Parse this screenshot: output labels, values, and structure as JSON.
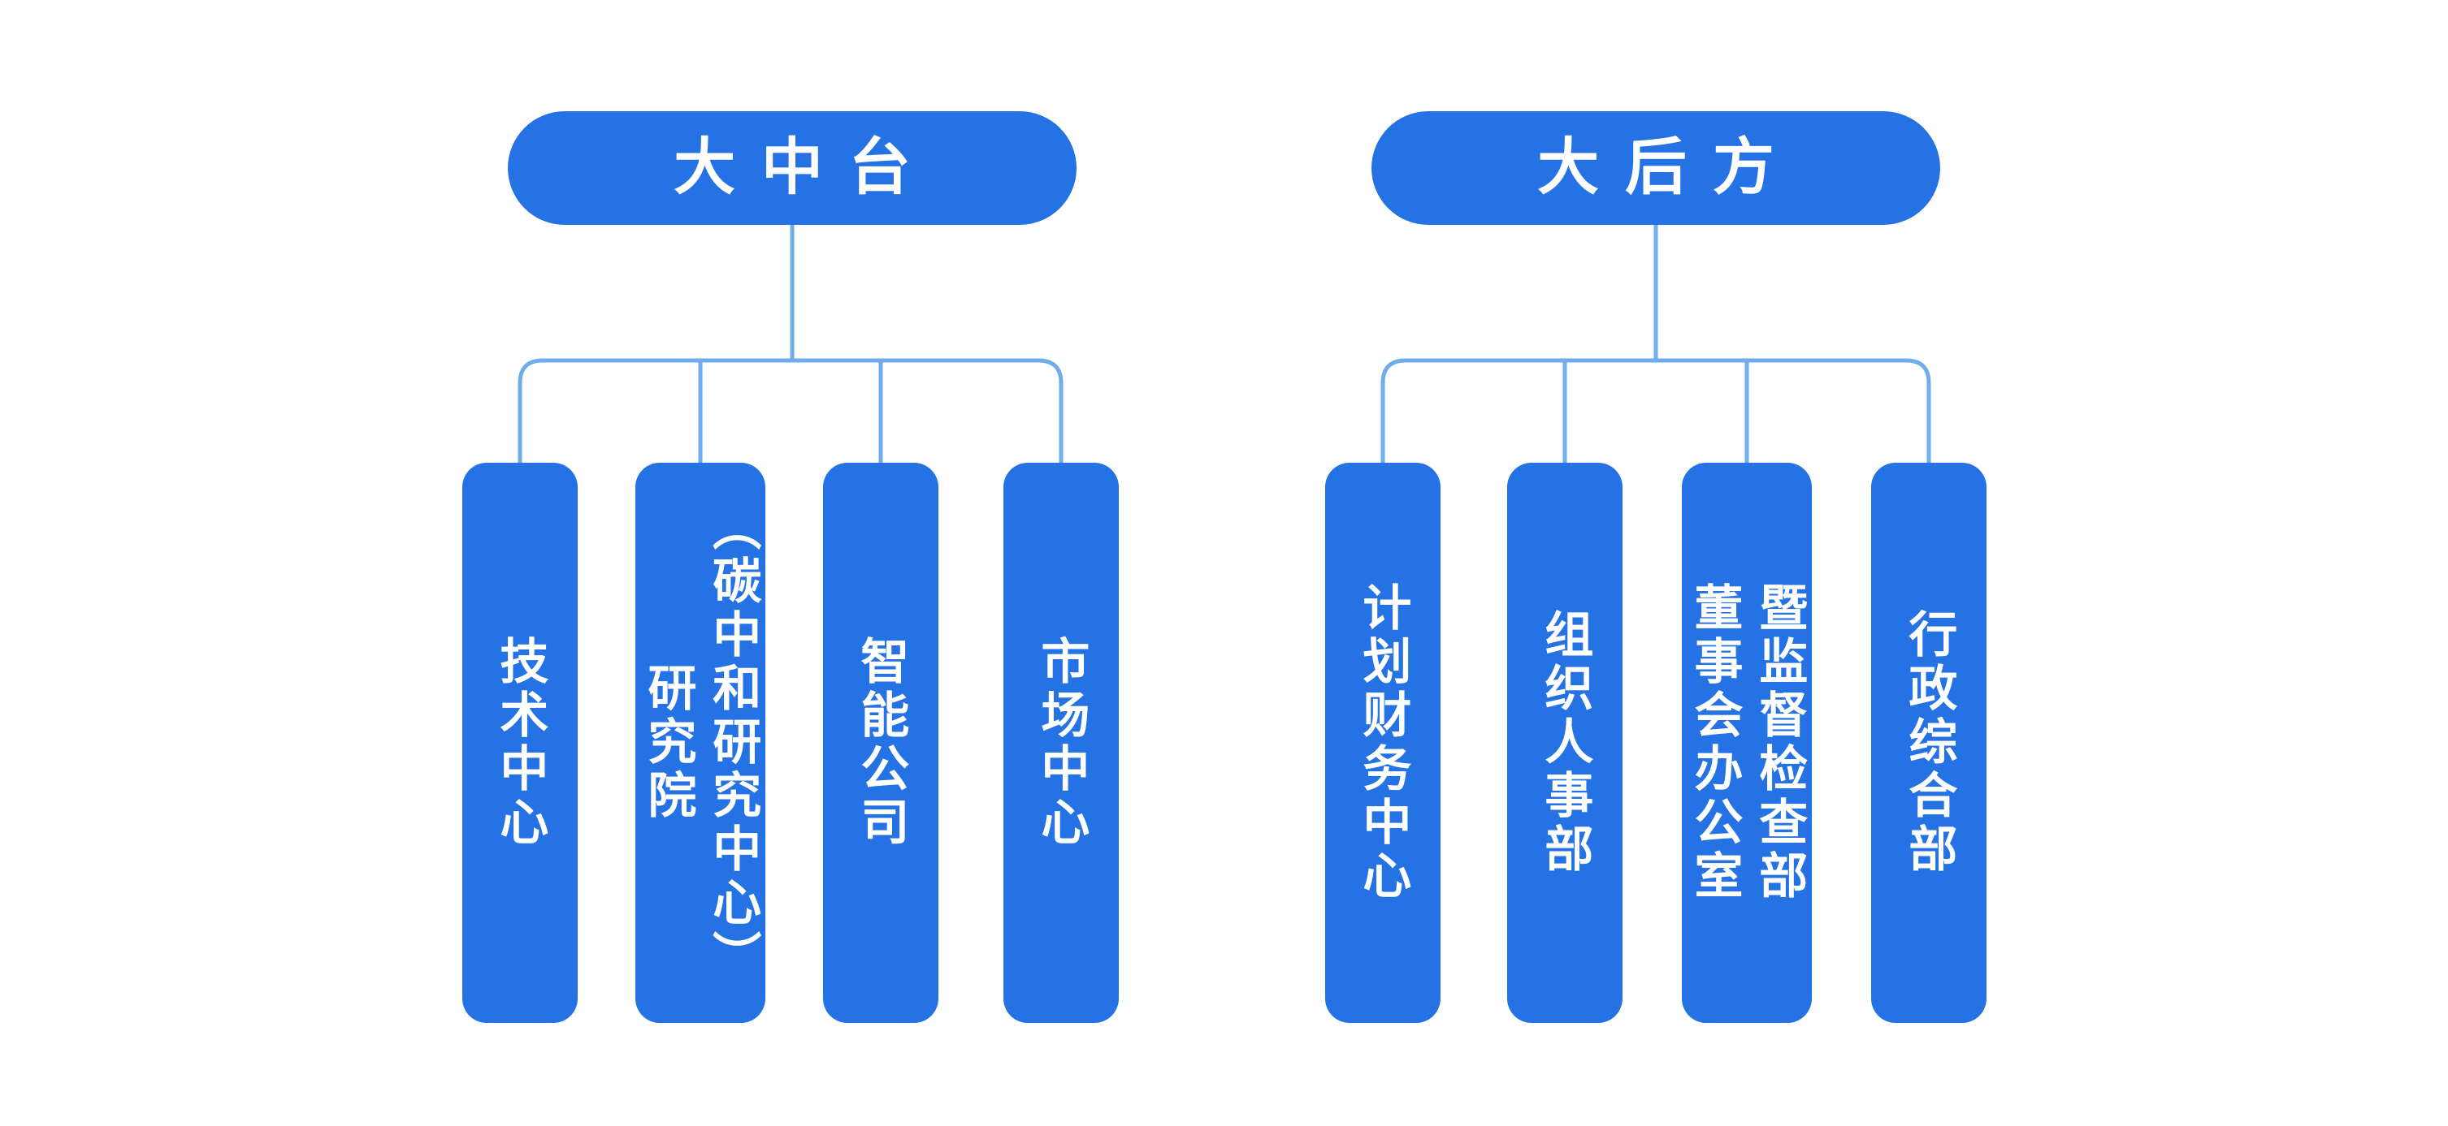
{
  "diagram": {
    "type": "org-chart",
    "colors": {
      "node_fill": "#2472E4",
      "node_text": "#FFFFFF",
      "connector": "#6FACEC",
      "background": "#FFFFFF"
    },
    "groups": [
      {
        "root": {
          "label": "大中台"
        },
        "children": [
          {
            "label": "技术中心"
          },
          {
            "label": "研究院\n（碳中和研究中心）"
          },
          {
            "label": "智能公司"
          },
          {
            "label": "市场中心"
          }
        ]
      },
      {
        "root": {
          "label": "大后方"
        },
        "children": [
          {
            "label": "计划财务中心"
          },
          {
            "label": "组织人事部"
          },
          {
            "label": "董事会办公室\n暨监督检查部"
          },
          {
            "label": "行政综合部"
          }
        ]
      }
    ]
  }
}
